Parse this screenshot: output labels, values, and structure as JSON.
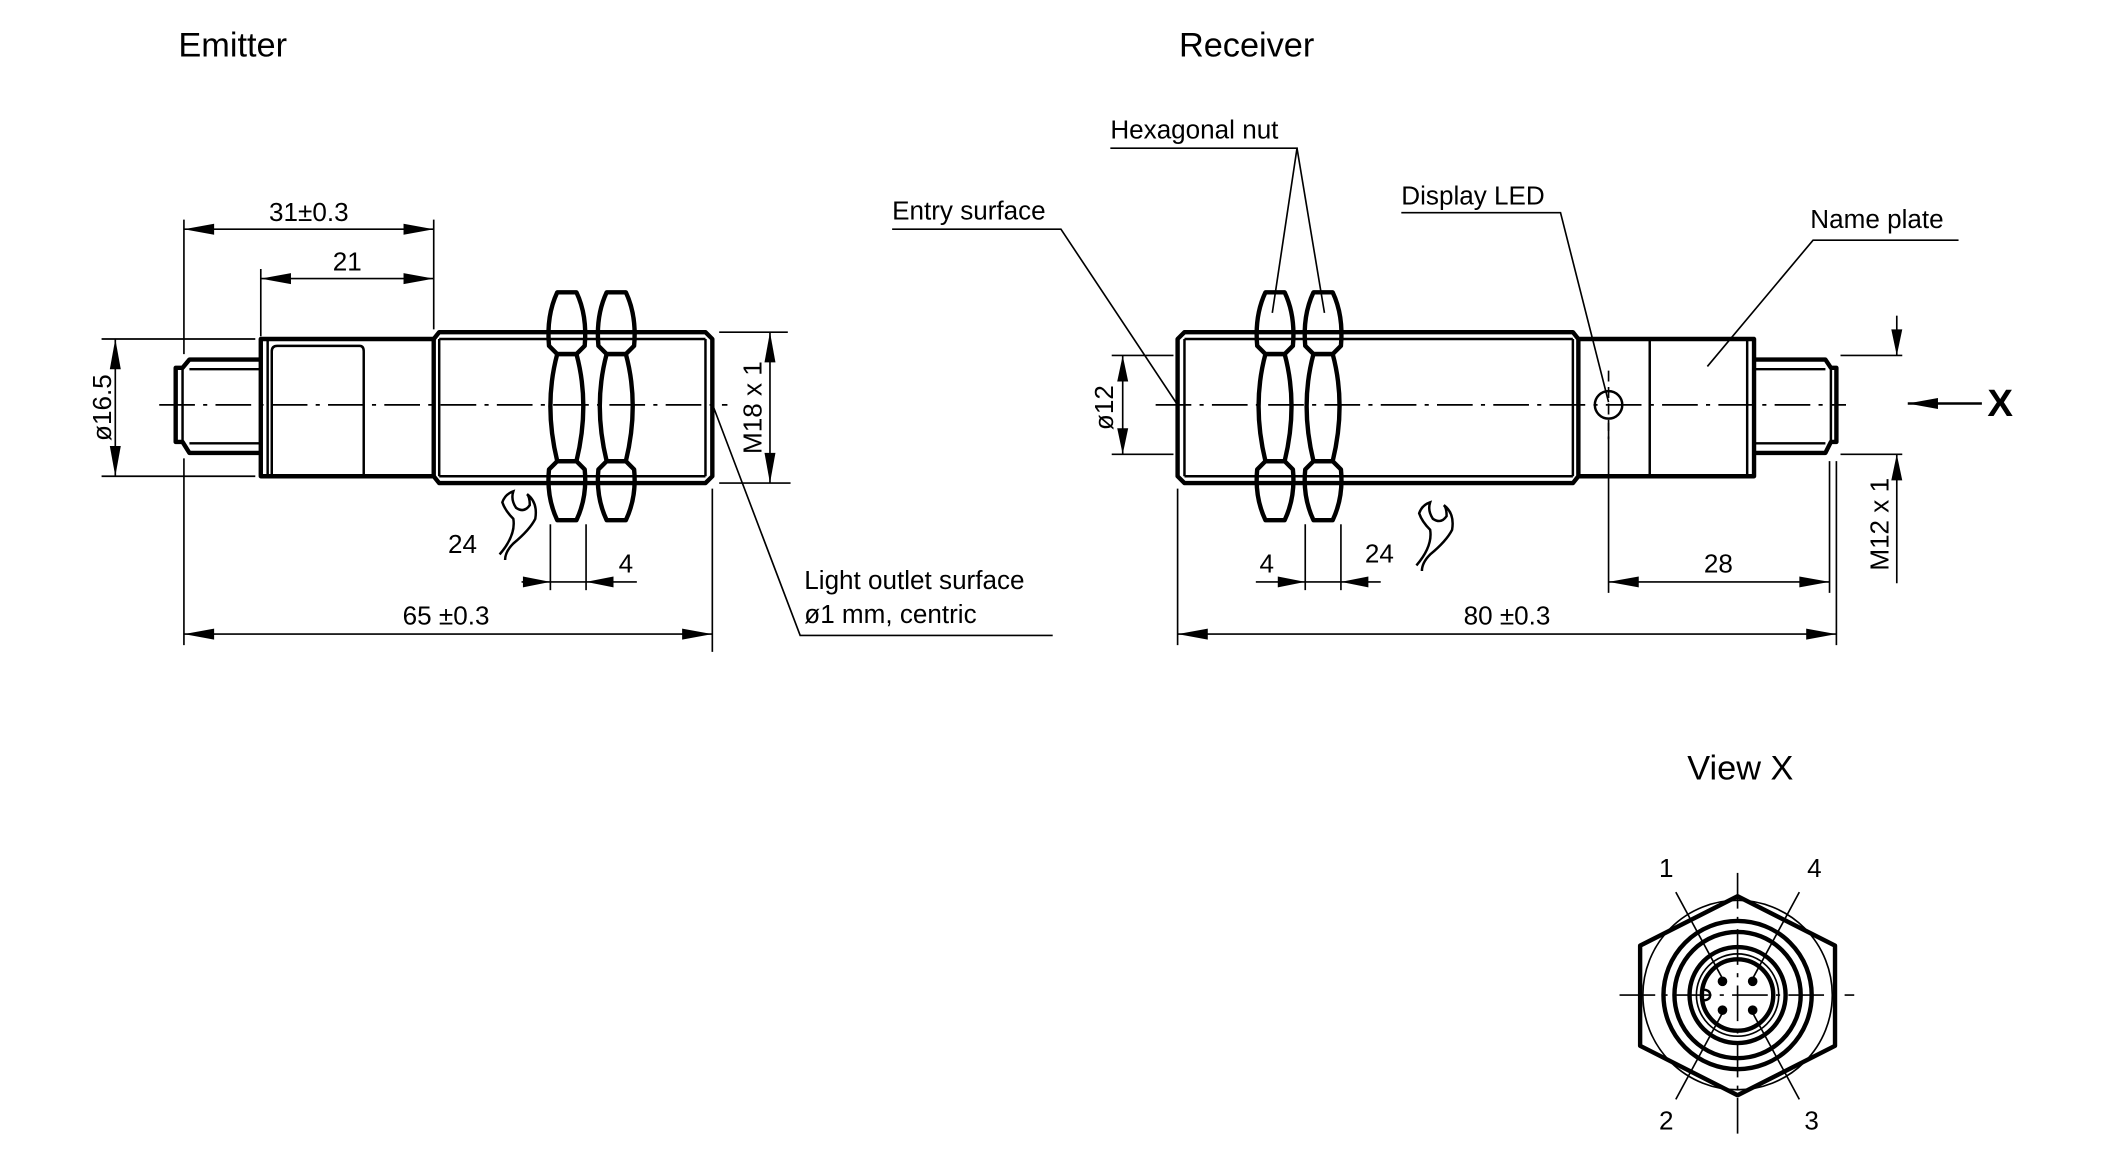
{
  "emitter": {
    "title": "Emitter",
    "dims": {
      "overall_length": "65 ±0.3",
      "length_31": "31±0.3",
      "length_21": "21",
      "diameter": "ø16.5",
      "thread": "M18 x 1",
      "wrench_size": "24",
      "nut_thickness": "4"
    },
    "callouts": {
      "light_outlet_line1": "Light outlet surface",
      "light_outlet_line2": "ø1 mm, centric"
    }
  },
  "receiver": {
    "title": "Receiver",
    "dims": {
      "overall_length": "80 ±0.3",
      "length_28": "28",
      "diameter": "ø12",
      "thread": "M12 x 1",
      "wrench_size": "24",
      "nut_thickness": "4"
    },
    "callouts": {
      "hex_nut": "Hexagonal nut",
      "entry_surface": "Entry surface",
      "display_led": "Display LED",
      "name_plate": "Name plate"
    },
    "view_marker": "X"
  },
  "view_x": {
    "title": "View X",
    "pins": [
      "1",
      "2",
      "3",
      "4"
    ]
  }
}
